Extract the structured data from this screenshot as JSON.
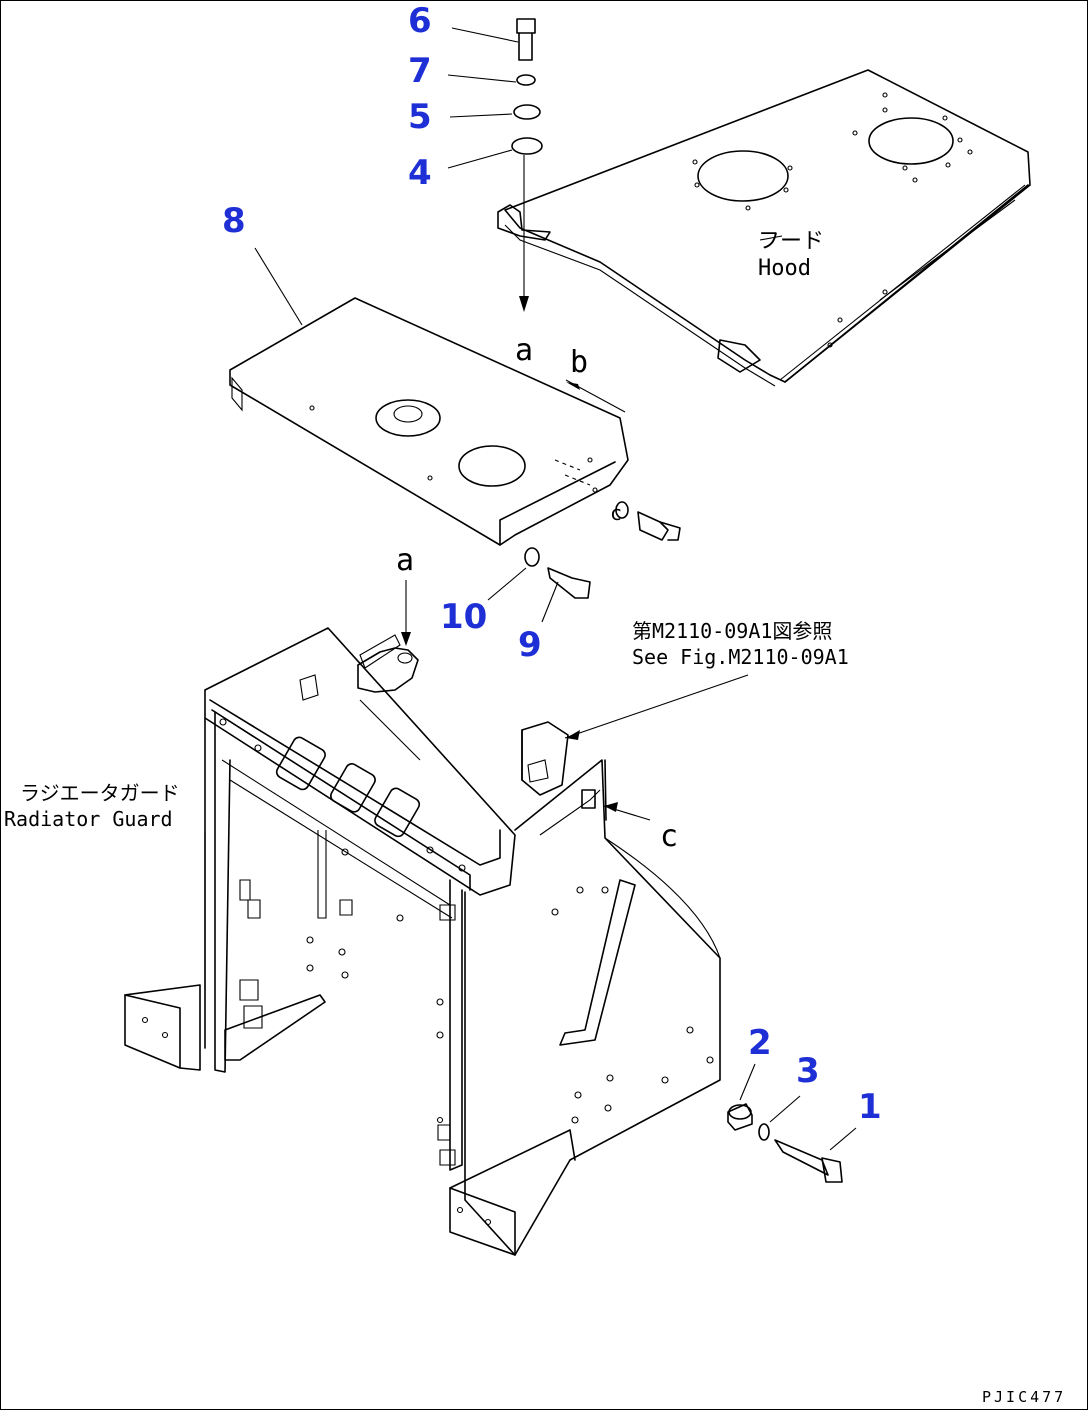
{
  "callouts": {
    "n1": "1",
    "n2": "2",
    "n3": "3",
    "n4": "4",
    "n5": "5",
    "n6": "6",
    "n7": "7",
    "n8": "8",
    "n9": "9",
    "n10": "10"
  },
  "letters": {
    "a_top": "a",
    "a_bottom": "a",
    "b": "b",
    "c": "c"
  },
  "labels": {
    "hood_jp": "フード",
    "hood_en": "Hood",
    "radiator_guard_jp": "ラジエータガード",
    "radiator_guard_en": "Radiator Guard",
    "ref_jp": "第M2110-09A1図参照",
    "ref_en": "See Fig.M2110-09A1"
  },
  "code": "PJIC477",
  "colors": {
    "callout": "#1f2fd6",
    "line": "#000000",
    "background": "#ffffff"
  }
}
